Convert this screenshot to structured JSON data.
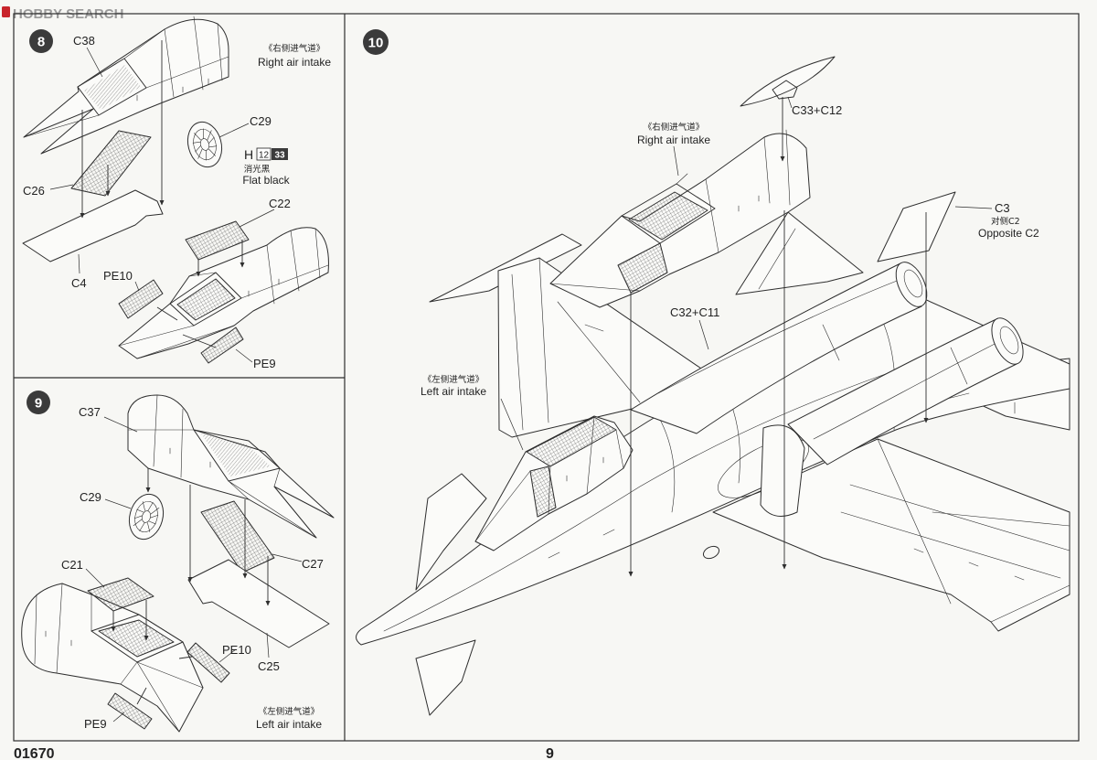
{
  "watermark": {
    "logo_text": "HOBBY SEARCH"
  },
  "colors": {
    "line": "#2e2e2e",
    "paper": "#f7f7f4",
    "badge": "#3b3b3b",
    "logo_red": "#c8242b"
  },
  "step8": {
    "number": "8",
    "title_cn": "《右侧进气道》",
    "title_en": "Right air intake",
    "parts": {
      "c38": "C38",
      "c29": "C29",
      "c26": "C26",
      "c22": "C22",
      "c4": "C4",
      "pe10": "PE10",
      "pe9": "PE9"
    },
    "paint": {
      "letter": "H",
      "code_a": "12",
      "code_b": "33",
      "name_cn": "消光黑",
      "name_en": "Flat black"
    }
  },
  "step9": {
    "number": "9",
    "title_cn": "《左侧进气道》",
    "title_en": "Left air intake",
    "parts": {
      "c37": "C37",
      "c29": "C29",
      "c27": "C27",
      "c21": "C21",
      "pe10": "PE10",
      "c25": "C25",
      "pe9": "PE9"
    }
  },
  "step10": {
    "number": "10",
    "parts": {
      "c33_c12": "C33+C12",
      "c3": "C3",
      "c3_opposite_cn": "对侧C2",
      "c3_opposite_en": "Opposite C2",
      "c32_c11": "C32+C11"
    },
    "right_intake": {
      "title_cn": "《右侧进气道》",
      "title_en": "Right air intake"
    },
    "left_intake": {
      "title_cn": "《左侧进气道》",
      "title_en": "Left air intake"
    }
  },
  "footer": {
    "kit_number": "01670",
    "page_number": "9"
  }
}
